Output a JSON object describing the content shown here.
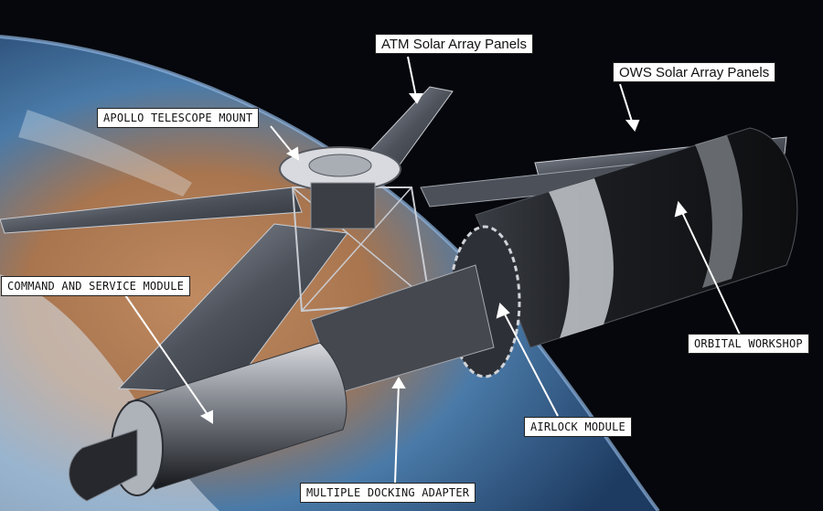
{
  "labels": {
    "atm_solar": "ATM Solar Array Panels",
    "ows_solar": "OWS Solar Array Panels",
    "apollo_telescope": "APOLLO TELESCOPE MOUNT",
    "csm": "COMMAND AND SERVICE MODULE",
    "orbital_workshop": "ORBITAL WORKSHOP",
    "airlock": "AIRLOCK MODULE",
    "docking_adapter": "MULTIPLE DOCKING ADAPTER"
  },
  "colors": {
    "space": "#05070c",
    "earth_ocean": "#3f6a99",
    "earth_land": "#b07a55",
    "hull_dark": "#1b1d22",
    "hull_light": "#b9bdc4",
    "panel": "#6b6f78",
    "callout_bg": "#ffffff",
    "arrow": "#ffffff"
  }
}
